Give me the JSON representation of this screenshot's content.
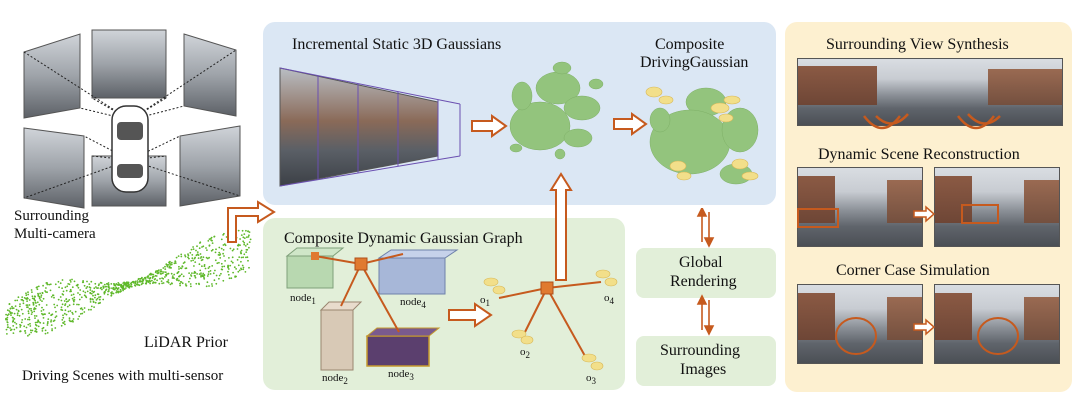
{
  "left": {
    "surrounding_label_1": "Surrounding",
    "surrounding_label_2": "Multi-camera",
    "lidar_label": "LiDAR Prior",
    "driving_label": "Driving Scenes with multi-sensor"
  },
  "static_panel": {
    "title": "Incremental Static 3D Gaussians",
    "composite_title_1": "Composite",
    "composite_title_2": "DrivingGaussian"
  },
  "graph_panel": {
    "title": "Composite Dynamic Gaussian Graph",
    "node_label": "node",
    "nodes": [
      "1",
      "2",
      "3",
      "4"
    ],
    "obj_label": "o",
    "objs": [
      "1",
      "2",
      "3",
      "4"
    ]
  },
  "render": {
    "global_1": "Global",
    "global_2": "Rendering",
    "surround_1": "Surrounding",
    "surround_2": "Images"
  },
  "right": {
    "view_synthesis": "Surrounding View Synthesis",
    "dynamic_recon": "Dynamic Scene Reconstruction",
    "corner_case": "Corner Case Simulation"
  },
  "colors": {
    "blue_panel": "#dbe7f4",
    "green_panel": "#e2efd9",
    "yellow_panel": "#fdf0d0",
    "arrow": "#c65a1e",
    "gaussian_green": "#93c47d",
    "gaussian_yellow": "#f2df8a"
  }
}
